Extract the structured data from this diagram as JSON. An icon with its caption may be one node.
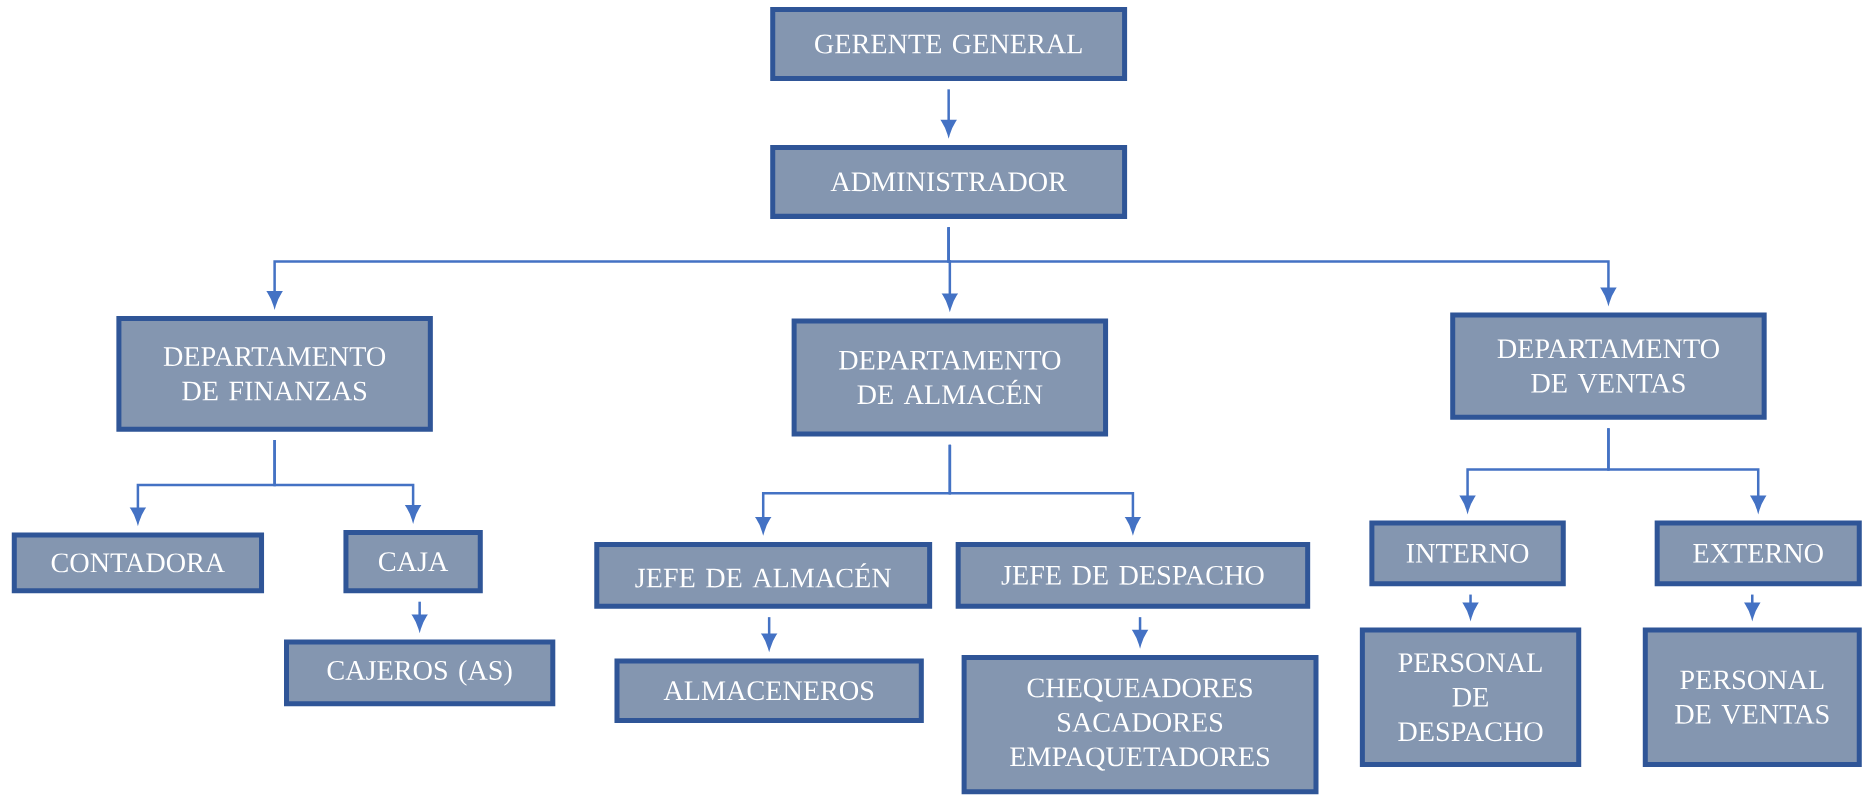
{
  "diagram": {
    "nodes": [
      {
        "text": [
          "GERENTE GENERAL"
        ]
      },
      {
        "text": [
          "ADMINISTRADOR"
        ]
      },
      {
        "text": [
          "DEPARTAMENTO DE FINANZAS"
        ]
      },
      {
        "text": [
          "DEPARTAMENTO DE ALMACÉN"
        ]
      },
      {
        "text": [
          "DEPARTAMENTO DE VENTAS"
        ]
      },
      {
        "text": [
          "CONTADORA"
        ]
      },
      {
        "text": [
          "CAJA"
        ]
      },
      {
        "text": [
          "CAJEROS (AS)"
        ]
      },
      {
        "text": [
          "JEFE DE ALMACÉN"
        ]
      },
      {
        "text": [
          "JEFE DE DESPACHO"
        ]
      },
      {
        "text": [
          "ALMACENEROS"
        ]
      },
      {
        "text": [
          "CHEQUEADORES SACADORES EMPAQUETADORES"
        ]
      },
      {
        "text": [
          "INTERNO"
        ]
      },
      {
        "text": [
          "EXTERNO"
        ]
      },
      {
        "text": [
          "PERSONAL DE DESPACHO"
        ]
      },
      {
        "text": [
          "PERSONAL DE VENTAS"
        ]
      }
    ],
    "edges": [
      {
        "from": 0,
        "to": 1,
        "arrow": "to"
      },
      {
        "from": 1,
        "to": 2,
        "arrow": "to"
      },
      {
        "from": 1,
        "to": 3,
        "arrow": "to"
      },
      {
        "from": 1,
        "to": 4,
        "arrow": "to"
      },
      {
        "from": 2,
        "to": 5,
        "arrow": "to"
      },
      {
        "from": 2,
        "to": 6,
        "arrow": "to"
      },
      {
        "from": 6,
        "to": 7,
        "arrow": "to"
      },
      {
        "from": 3,
        "to": 8,
        "arrow": "to"
      },
      {
        "from": 3,
        "to": 9,
        "arrow": "to"
      },
      {
        "from": 8,
        "to": 10,
        "arrow": "to"
      },
      {
        "from": 9,
        "to": 11,
        "arrow": "to"
      },
      {
        "from": 4,
        "to": 12,
        "arrow": "to"
      },
      {
        "from": 4,
        "to": 13,
        "arrow": "to"
      },
      {
        "from": 12,
        "to": 14,
        "arrow": "to"
      },
      {
        "from": 13,
        "to": 15,
        "arrow": "to"
      }
    ]
  }
}
